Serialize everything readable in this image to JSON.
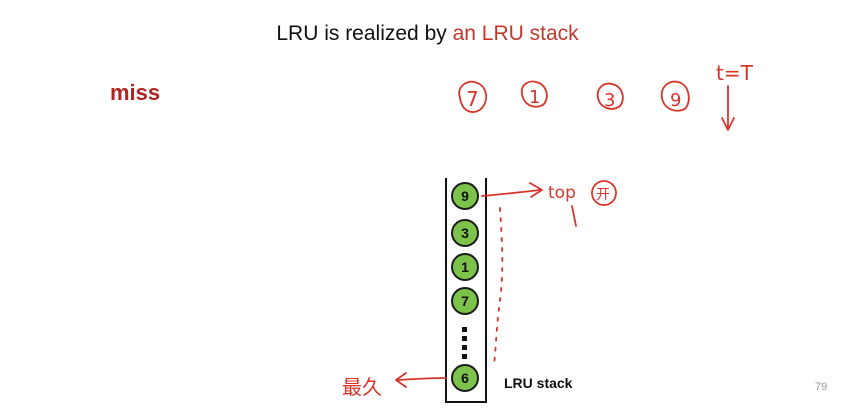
{
  "slide": {
    "title_part1": "LRU is realized by ",
    "title_part2": "an LRU stack",
    "status_word": "miss",
    "stack_label": "LRU stack",
    "page_number": "79"
  },
  "reference_string": [
    "7",
    "1",
    "3",
    "9"
  ],
  "time_note": "t=T",
  "stack": {
    "items": [
      "9",
      "3",
      "1",
      "7",
      "6"
    ]
  },
  "annotations": {
    "top_label": "top",
    "top_circled": "开",
    "bottom_label": "最久"
  },
  "colors": {
    "accent": "#c0392b",
    "ink": "#d8352a",
    "node_fill": "#7cc24b"
  }
}
